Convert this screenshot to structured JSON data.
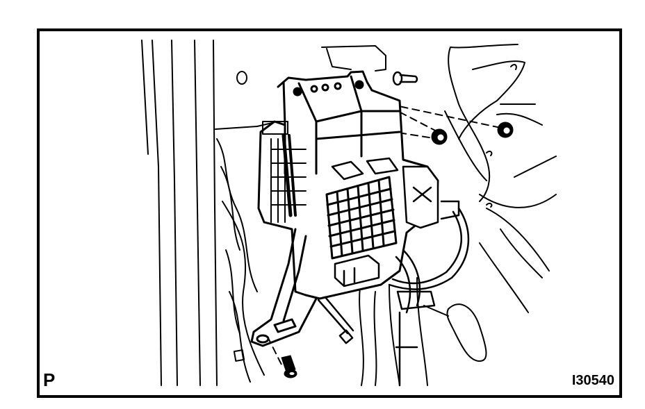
{
  "figure": {
    "type": "service-manual line illustration",
    "subject": "junction block / fuse box assembly mounted to instrument panel reinforcement with bracket, bolts and nuts",
    "corner_marker": "P",
    "figure_id": "I30540",
    "colors": {
      "line": "#000000",
      "background": "#ffffff"
    },
    "parts": [
      {
        "name": "junction-block",
        "label": ""
      },
      {
        "name": "fuse-grid",
        "label": ""
      },
      {
        "name": "mounting-bracket",
        "label": ""
      },
      {
        "name": "stud-bolt-top",
        "label": ""
      },
      {
        "name": "nut-center",
        "label": ""
      },
      {
        "name": "nut-right",
        "label": ""
      },
      {
        "name": "bolt-bottom",
        "label": ""
      },
      {
        "name": "wire-harness",
        "label": ""
      },
      {
        "name": "pillar-panel",
        "label": ""
      }
    ]
  }
}
